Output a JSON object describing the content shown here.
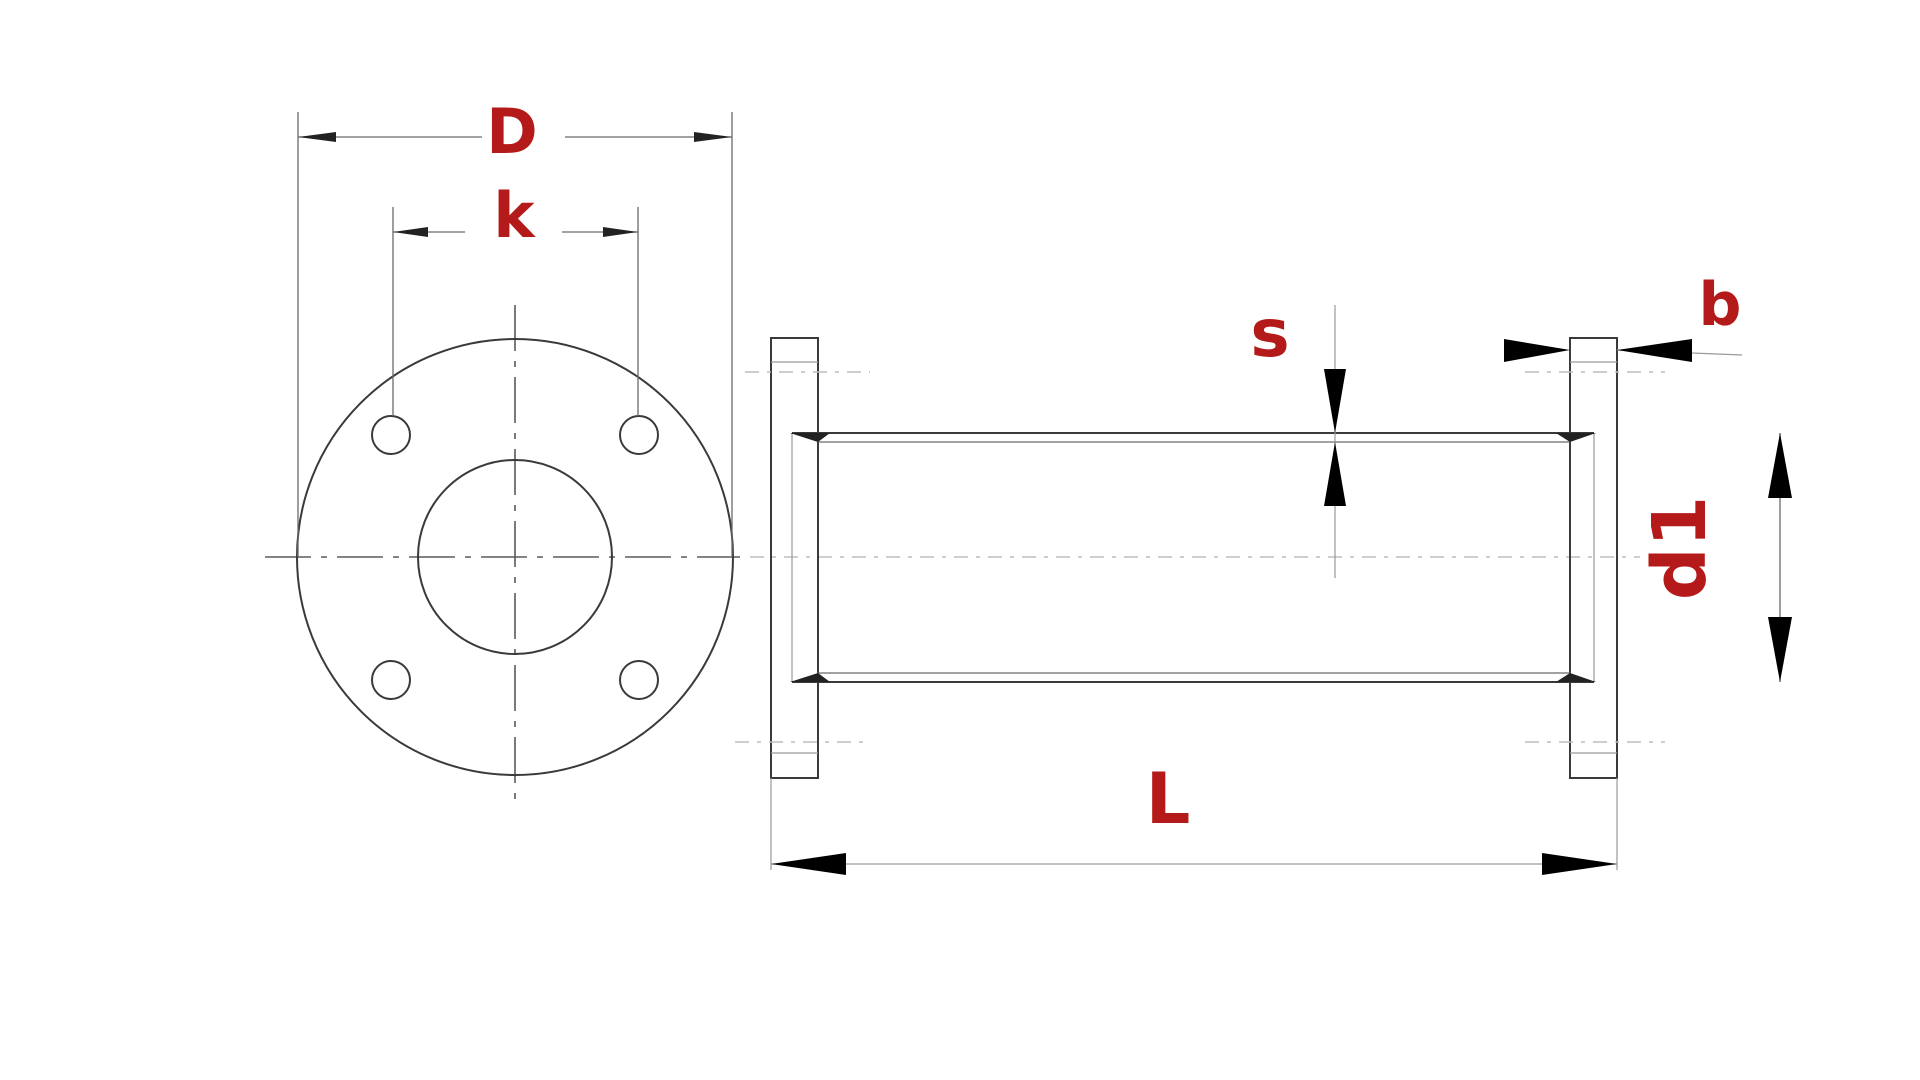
{
  "labels": {
    "D": "D",
    "k": "k",
    "s": "s",
    "b": "b",
    "d1": "d1",
    "L": "L"
  },
  "colors": {
    "label": "#b51a1a",
    "line": "#3a3a3a",
    "background": "#ffffff"
  }
}
